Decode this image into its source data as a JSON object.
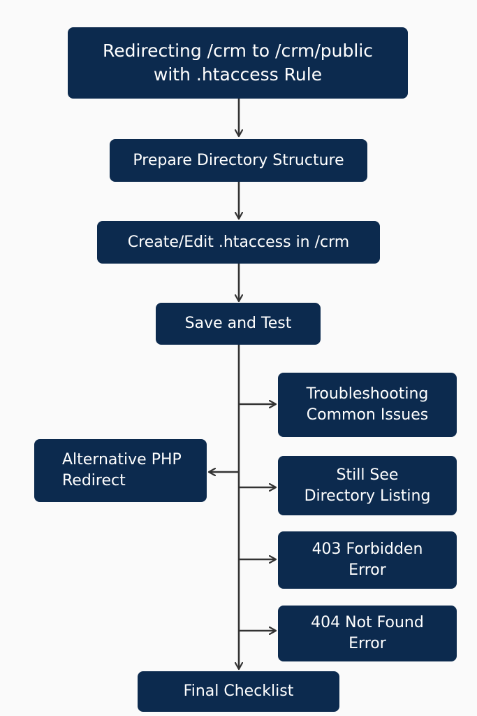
{
  "diagram": {
    "title_node": "Redirecting /crm to /crm/public\nwith .htaccess Rule",
    "steps": [
      "Prepare Directory Structure",
      "Create/Edit .htaccess in /crm",
      "Save and Test"
    ],
    "branches": {
      "troubleshooting": "Troubleshooting\nCommon Issues",
      "alternative": "Alternative PHP\nRedirect",
      "directory_listing": "Still See\nDirectory Listing",
      "forbidden": "403 Forbidden\nError",
      "not_found": "404 Not Found\nError"
    },
    "final": "Final Checklist"
  },
  "colors": {
    "node_fill": "#0c2a4e",
    "node_text": "#ffffff",
    "connector": "#333333",
    "background": "#fafafa"
  }
}
